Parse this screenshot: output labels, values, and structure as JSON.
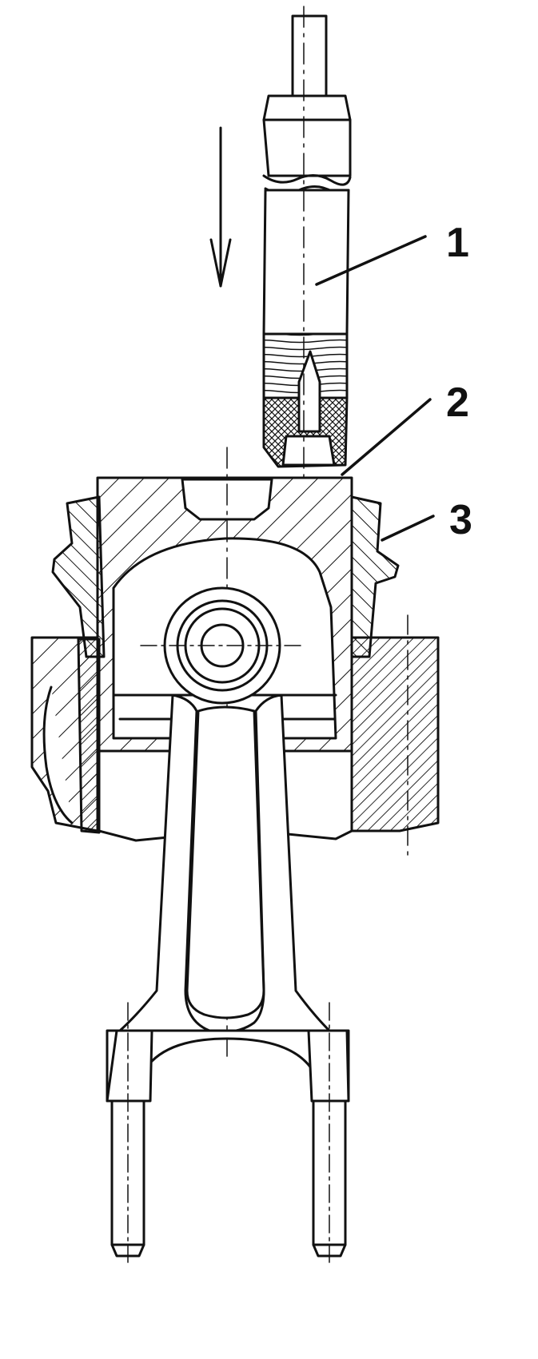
{
  "callouts": [
    {
      "id": "1",
      "label": "1",
      "part": "mallet"
    },
    {
      "id": "2",
      "label": "2",
      "part": "piston"
    },
    {
      "id": "3",
      "label": "3",
      "part": "ring-compressor"
    }
  ],
  "colors": {
    "line": "#111111",
    "background": "#ffffff"
  }
}
